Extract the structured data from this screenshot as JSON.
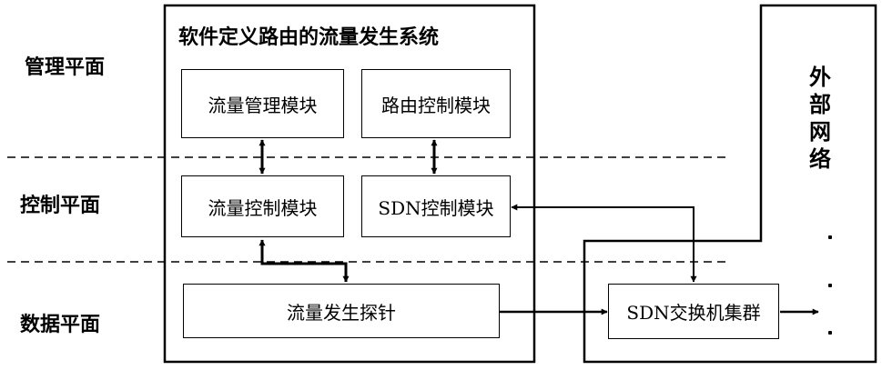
{
  "planes": {
    "management": "管理平面",
    "control": "控制平面",
    "data": "数据平面"
  },
  "system": {
    "title": "软件定义路由的流量发生系统",
    "modules": {
      "traffic_management": "流量管理模块",
      "routing_control": "路由控制模块",
      "traffic_control": "流量控制模块",
      "sdn_control": "SDN控制模块",
      "traffic_probe": "流量发生探针"
    }
  },
  "switch_cluster": "SDN交换机集群",
  "external_network": "外部网络"
}
